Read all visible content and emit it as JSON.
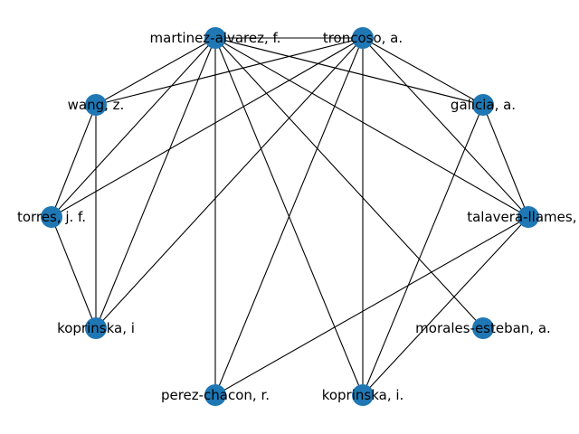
{
  "graph": {
    "node_color": "#1f77b4",
    "edge_color": "#000000",
    "nodes": [
      {
        "id": "martinez-alvarez",
        "label": "martinez-alvarez, f."
      },
      {
        "id": "troncoso",
        "label": "troncoso, a."
      },
      {
        "id": "wang",
        "label": "wang, z."
      },
      {
        "id": "galicia",
        "label": "galicia, a."
      },
      {
        "id": "torres",
        "label": "torres, j. f."
      },
      {
        "id": "talavera-llames",
        "label": "talavera-llames, r."
      },
      {
        "id": "koprinska-a",
        "label": "koprinska, i"
      },
      {
        "id": "morales-esteban",
        "label": "morales-esteban, a."
      },
      {
        "id": "perez-chacon",
        "label": "perez-chacon, r."
      },
      {
        "id": "koprinska-b",
        "label": "koprinska, i."
      }
    ],
    "edges": [
      [
        "martinez-alvarez",
        "troncoso"
      ],
      [
        "martinez-alvarez",
        "wang"
      ],
      [
        "martinez-alvarez",
        "galicia"
      ],
      [
        "martinez-alvarez",
        "torres"
      ],
      [
        "martinez-alvarez",
        "talavera-llames"
      ],
      [
        "martinez-alvarez",
        "koprinska-a"
      ],
      [
        "martinez-alvarez",
        "morales-esteban"
      ],
      [
        "martinez-alvarez",
        "perez-chacon"
      ],
      [
        "martinez-alvarez",
        "koprinska-b"
      ],
      [
        "troncoso",
        "wang"
      ],
      [
        "troncoso",
        "galicia"
      ],
      [
        "troncoso",
        "torres"
      ],
      [
        "troncoso",
        "talavera-llames"
      ],
      [
        "troncoso",
        "koprinska-a"
      ],
      [
        "troncoso",
        "perez-chacon"
      ],
      [
        "troncoso",
        "koprinska-b"
      ],
      [
        "wang",
        "torres"
      ],
      [
        "wang",
        "koprinska-a"
      ],
      [
        "galicia",
        "talavera-llames"
      ],
      [
        "galicia",
        "koprinska-b"
      ],
      [
        "torres",
        "koprinska-a"
      ],
      [
        "talavera-llames",
        "perez-chacon"
      ],
      [
        "talavera-llames",
        "koprinska-b"
      ]
    ]
  }
}
